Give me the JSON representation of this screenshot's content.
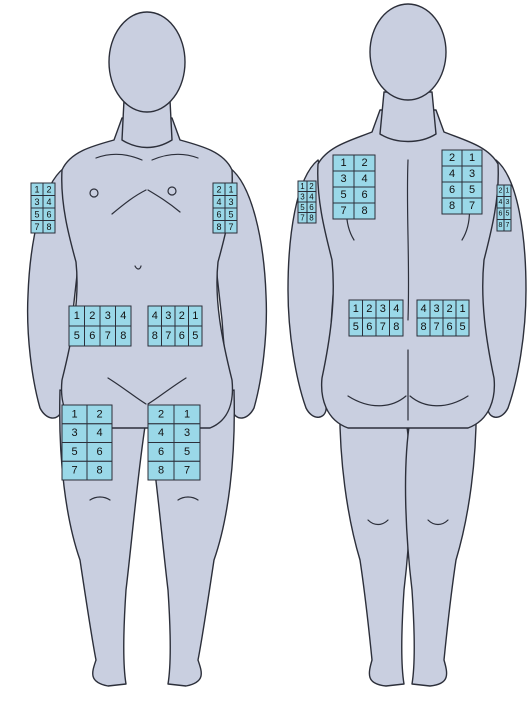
{
  "accent_color": "#9ad8e8",
  "skin_color": "#c9cfe0",
  "front_view": {
    "right_upper_arm": [
      [
        "1",
        "2"
      ],
      [
        "3",
        "4"
      ],
      [
        "5",
        "6"
      ],
      [
        "7",
        "8"
      ]
    ],
    "left_upper_arm": [
      [
        "2",
        "1"
      ],
      [
        "4",
        "3"
      ],
      [
        "6",
        "5"
      ],
      [
        "8",
        "7"
      ]
    ],
    "right_abdomen": [
      [
        "1",
        "2",
        "3",
        "4"
      ],
      [
        "5",
        "6",
        "7",
        "8"
      ]
    ],
    "left_abdomen": [
      [
        "4",
        "3",
        "2",
        "1"
      ],
      [
        "8",
        "7",
        "6",
        "5"
      ]
    ],
    "right_thigh": [
      [
        "1",
        "2"
      ],
      [
        "3",
        "4"
      ],
      [
        "5",
        "6"
      ],
      [
        "7",
        "8"
      ]
    ],
    "left_thigh": [
      [
        "2",
        "1"
      ],
      [
        "4",
        "3"
      ],
      [
        "6",
        "5"
      ],
      [
        "8",
        "7"
      ]
    ]
  },
  "back_view": {
    "left_upper_arm": [
      [
        "1",
        "2"
      ],
      [
        "3",
        "4"
      ],
      [
        "5",
        "6"
      ],
      [
        "7",
        "8"
      ]
    ],
    "right_upper_arm": [
      [
        "2",
        "1"
      ],
      [
        "4",
        "3"
      ],
      [
        "6",
        "5"
      ],
      [
        "8",
        "7"
      ]
    ],
    "left_shoulder_blade": [
      [
        "1",
        "2"
      ],
      [
        "3",
        "4"
      ],
      [
        "5",
        "6"
      ],
      [
        "7",
        "8"
      ]
    ],
    "right_shoulder_blade": [
      [
        "2",
        "1"
      ],
      [
        "4",
        "3"
      ],
      [
        "6",
        "5"
      ],
      [
        "8",
        "7"
      ]
    ],
    "left_lower_back": [
      [
        "1",
        "2",
        "3",
        "4"
      ],
      [
        "5",
        "6",
        "7",
        "8"
      ]
    ],
    "right_lower_back": [
      [
        "4",
        "3",
        "2",
        "1"
      ],
      [
        "8",
        "7",
        "6",
        "5"
      ]
    ]
  }
}
